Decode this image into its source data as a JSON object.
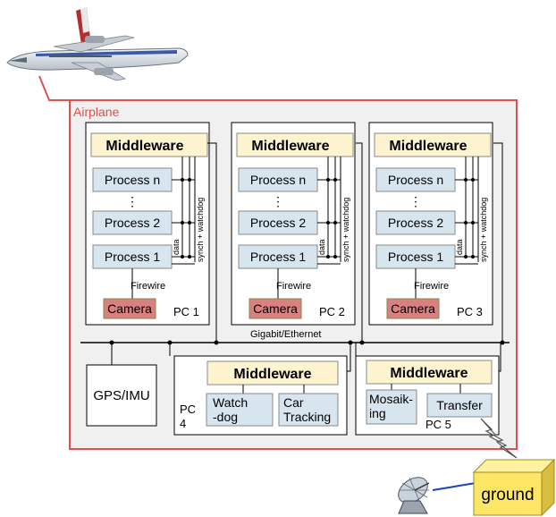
{
  "airplane_label": "Airplane",
  "pcs": [
    {
      "name": "PC 1",
      "middleware": "Middleware",
      "processes": [
        "Process n",
        "⋮",
        "Process 2",
        "Process 1"
      ],
      "data_label": "data",
      "synch_label": "synch + watchdog",
      "firewire_label": "Firewire",
      "camera": "Camera"
    },
    {
      "name": "PC 2",
      "middleware": "Middleware",
      "processes": [
        "Process n",
        "⋮",
        "Process 2",
        "Process 1"
      ],
      "data_label": "data",
      "synch_label": "synch + watchdog",
      "firewire_label": "Firewire",
      "camera": "Camera"
    },
    {
      "name": "PC 3",
      "middleware": "Middleware",
      "processes": [
        "Process n",
        "⋮",
        "Process 2",
        "Process 1"
      ],
      "data_label": "data",
      "synch_label": "synch + watchdog",
      "firewire_label": "Firewire",
      "camera": "Camera"
    }
  ],
  "network_label": "Gigabit/Ethernet",
  "gps": "GPS/IMU",
  "pc4": {
    "name_line1": "PC",
    "name_line2": "4",
    "middleware": "Middleware",
    "watchdog_line1": "Watch",
    "watchdog_line2": "-dog",
    "car_line1": "Car",
    "car_line2": "Tracking"
  },
  "pc5": {
    "name": "PC 5",
    "middleware": "Middleware",
    "mosaik_line1": "Mosaik-",
    "mosaik_line2": "ing",
    "transfer": "Transfer"
  },
  "ground": "ground",
  "colors": {
    "airplane_border": "#e05050",
    "airplane_fill": "#f0f0f0",
    "middleware_fill": "#fdf3cf",
    "process_fill": "#d7e6ee",
    "camera_fill": "#d98080",
    "ground_box": "#fde566"
  }
}
